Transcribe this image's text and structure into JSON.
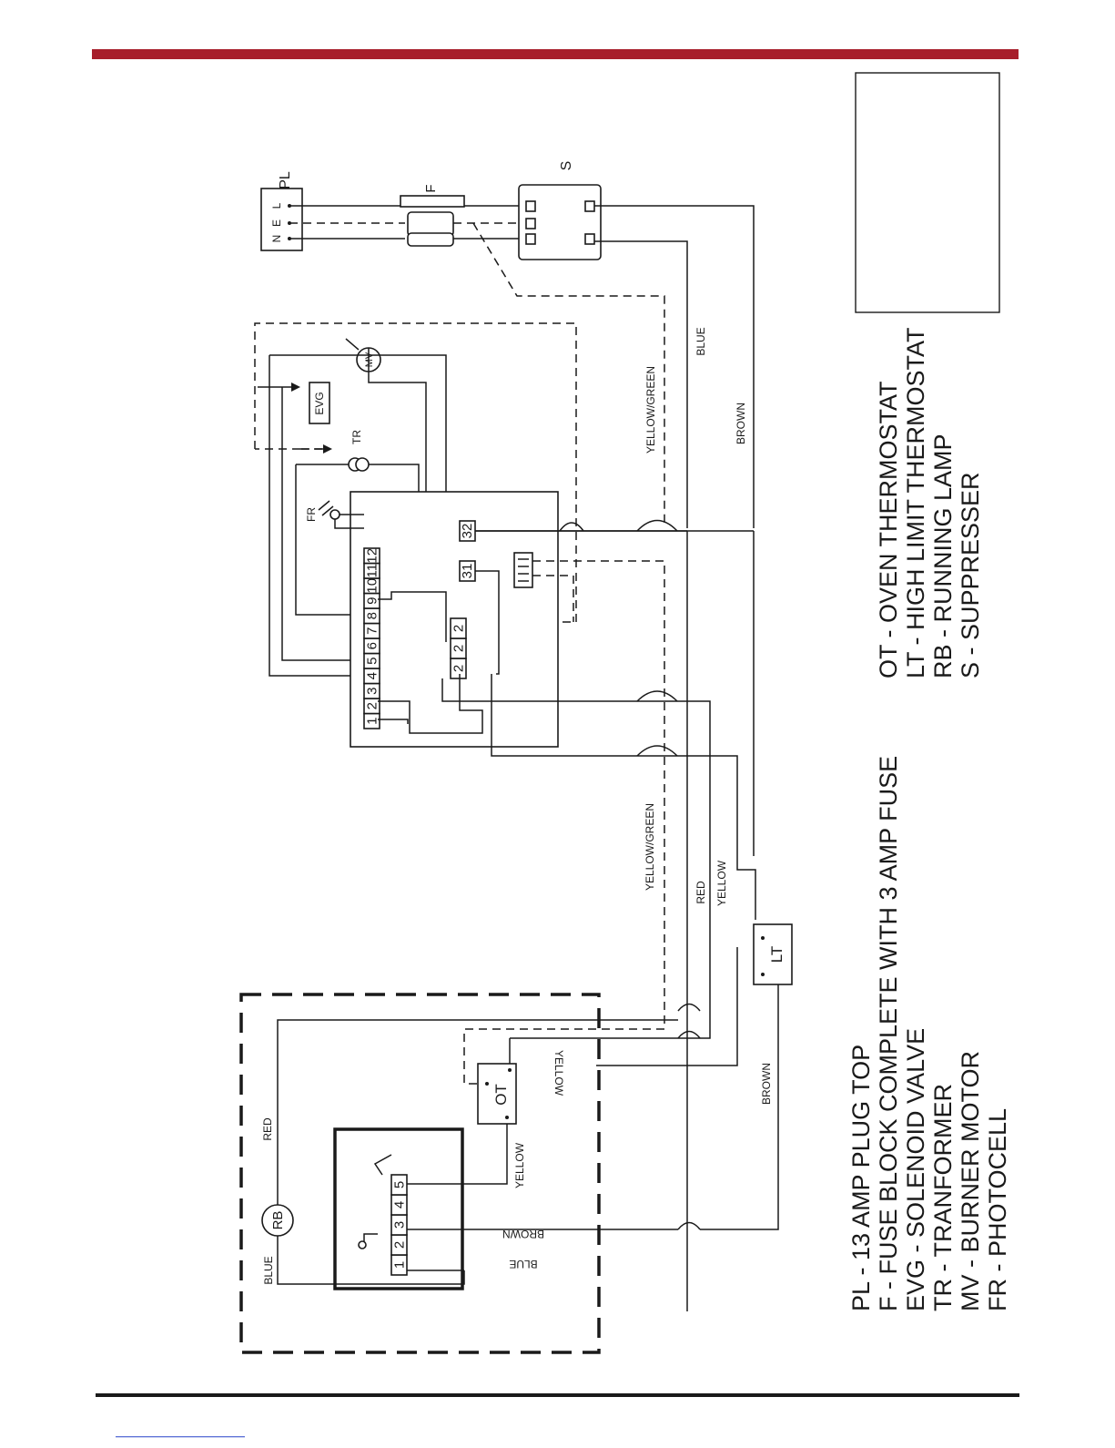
{
  "colors": {
    "accent_bar": "#a71e2b",
    "ink": "#1a1a1a",
    "bottom_rule": "#1a1a1a"
  },
  "components": {
    "pl": "PL",
    "pl_n": "N",
    "pl_e": "E",
    "pl_l": "L",
    "fuse": "F",
    "suppresser": "S",
    "evg": "EVG",
    "mv": "MV",
    "tr": "TR",
    "fr": "FR",
    "ot": "OT",
    "lt": "LT",
    "rb": "RB"
  },
  "control_box": {
    "terminals": [
      "1",
      "2",
      "3",
      "4",
      "5",
      "6",
      "7",
      "8",
      "9",
      "10",
      "11",
      "12"
    ],
    "relay_block": [
      "2",
      "2",
      "2"
    ],
    "t31": "31",
    "t32": "32"
  },
  "oven_terminals": [
    "1",
    "2",
    "3",
    "4",
    "5"
  ],
  "wires": {
    "yellow_green": "YELLOW/GREEN",
    "blue": "BLUE",
    "brown": "BROWN",
    "red": "RED",
    "yellow": "YELLOW"
  },
  "legend_left": [
    "PL - 13 AMP PLUG TOP",
    "F - FUSE BLOCK COMPLETE WITH 3 AMP FUSE",
    "EVG - SOLENOID VALVE",
    "TR - TRANFORMER",
    "MV - BURNER MOTOR",
    "FR - PHOTOCELL"
  ],
  "legend_right": [
    "OT - OVEN THERMOSTAT",
    "LT - HIGH LIMIT THERMOSTAT",
    "RB - RUNNING LAMP",
    "S - SUPPRESSER"
  ]
}
